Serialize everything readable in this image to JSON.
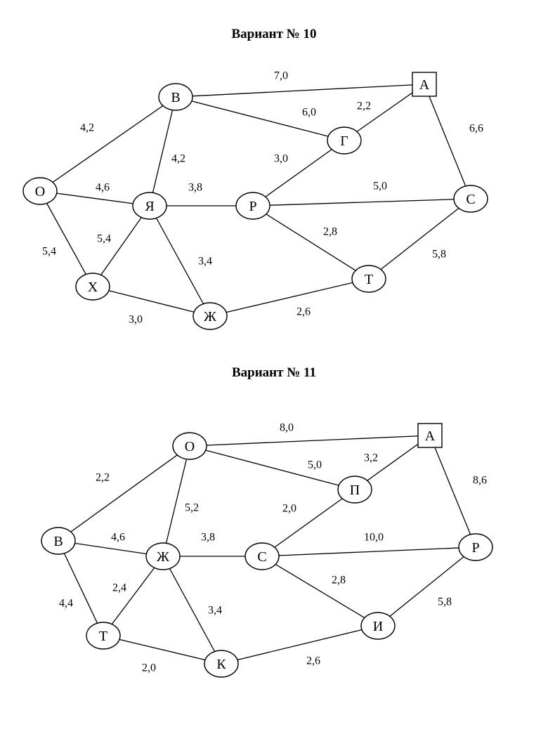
{
  "variants": [
    {
      "title": "Вариант № 10",
      "nodes": [
        {
          "id": "B",
          "label": "В",
          "shape": "circle"
        },
        {
          "id": "A",
          "label": "А",
          "shape": "square"
        },
        {
          "id": "G",
          "label": "Г",
          "shape": "circle"
        },
        {
          "id": "O",
          "label": "О",
          "shape": "circle"
        },
        {
          "id": "Ya",
          "label": "Я",
          "shape": "circle"
        },
        {
          "id": "R",
          "label": "Р",
          "shape": "circle"
        },
        {
          "id": "S",
          "label": "С",
          "shape": "circle"
        },
        {
          "id": "X",
          "label": "Х",
          "shape": "circle"
        },
        {
          "id": "Zh",
          "label": "Ж",
          "shape": "circle"
        },
        {
          "id": "T",
          "label": "Т",
          "shape": "circle"
        }
      ],
      "edges": [
        {
          "from": "B",
          "to": "A",
          "weight": "7,0"
        },
        {
          "from": "B",
          "to": "G",
          "weight": "6,0"
        },
        {
          "from": "G",
          "to": "A",
          "weight": "2,2"
        },
        {
          "from": "A",
          "to": "S",
          "weight": "6,6"
        },
        {
          "from": "O",
          "to": "B",
          "weight": "4,2"
        },
        {
          "from": "Ya",
          "to": "B",
          "weight": "4,2"
        },
        {
          "from": "R",
          "to": "G",
          "weight": "3,0"
        },
        {
          "from": "O",
          "to": "Ya",
          "weight": "4,6"
        },
        {
          "from": "Ya",
          "to": "R",
          "weight": "3,8"
        },
        {
          "from": "R",
          "to": "S",
          "weight": "5,0"
        },
        {
          "from": "O",
          "to": "X",
          "weight": "5,4"
        },
        {
          "from": "Ya",
          "to": "X",
          "weight": "5,4"
        },
        {
          "from": "Ya",
          "to": "Zh",
          "weight": "3,4"
        },
        {
          "from": "R",
          "to": "T",
          "weight": "2,8"
        },
        {
          "from": "T",
          "to": "S",
          "weight": "5,8"
        },
        {
          "from": "X",
          "to": "Zh",
          "weight": "3,0"
        },
        {
          "from": "Zh",
          "to": "T",
          "weight": "2,6"
        }
      ]
    },
    {
      "title": "Вариант № 11",
      "nodes": [
        {
          "id": "O",
          "label": "О",
          "shape": "circle"
        },
        {
          "id": "A",
          "label": "А",
          "shape": "square"
        },
        {
          "id": "P",
          "label": "П",
          "shape": "circle"
        },
        {
          "id": "V",
          "label": "В",
          "shape": "circle"
        },
        {
          "id": "Zh",
          "label": "Ж",
          "shape": "circle"
        },
        {
          "id": "S",
          "label": "С",
          "shape": "circle"
        },
        {
          "id": "R",
          "label": "Р",
          "shape": "circle"
        },
        {
          "id": "T",
          "label": "Т",
          "shape": "circle"
        },
        {
          "id": "K",
          "label": "К",
          "shape": "circle"
        },
        {
          "id": "I",
          "label": "И",
          "shape": "circle"
        }
      ],
      "edges": [
        {
          "from": "O",
          "to": "A",
          "weight": "8,0"
        },
        {
          "from": "O",
          "to": "P",
          "weight": "5,0"
        },
        {
          "from": "P",
          "to": "A",
          "weight": "3,2"
        },
        {
          "from": "A",
          "to": "R",
          "weight": "8,6"
        },
        {
          "from": "V",
          "to": "O",
          "weight": "2,2"
        },
        {
          "from": "Zh",
          "to": "O",
          "weight": "5,2"
        },
        {
          "from": "S",
          "to": "P",
          "weight": "2,0"
        },
        {
          "from": "V",
          "to": "Zh",
          "weight": "4,6"
        },
        {
          "from": "Zh",
          "to": "S",
          "weight": "3,8"
        },
        {
          "from": "S",
          "to": "R",
          "weight": "10,0"
        },
        {
          "from": "V",
          "to": "T",
          "weight": "4,4"
        },
        {
          "from": "Zh",
          "to": "T",
          "weight": "2,4"
        },
        {
          "from": "Zh",
          "to": "K",
          "weight": "3,4"
        },
        {
          "from": "S",
          "to": "I",
          "weight": "2,8"
        },
        {
          "from": "I",
          "to": "R",
          "weight": "5,8"
        },
        {
          "from": "T",
          "to": "K",
          "weight": "2,0"
        },
        {
          "from": "K",
          "to": "I",
          "weight": "2,6"
        }
      ]
    }
  ]
}
